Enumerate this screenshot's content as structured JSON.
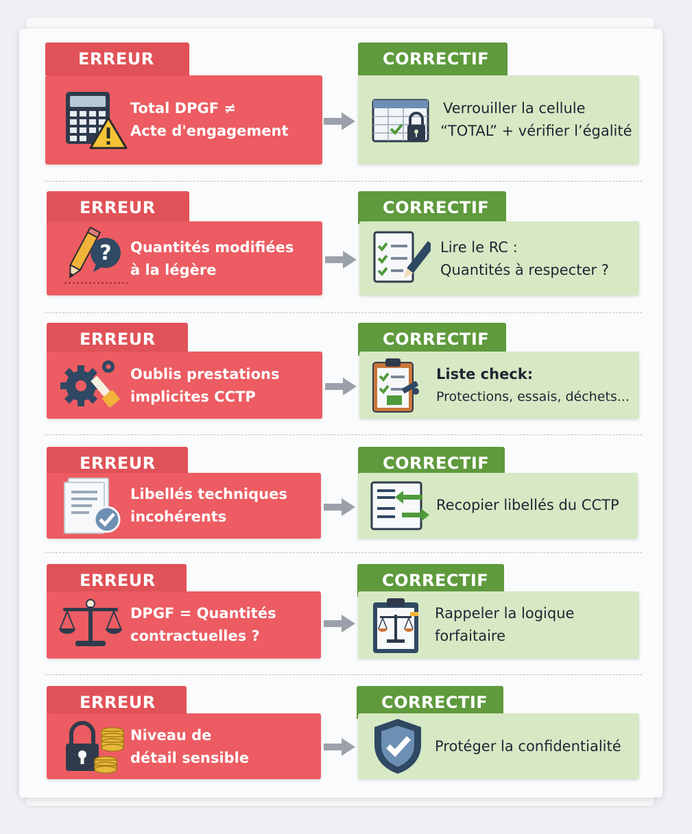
{
  "rows": [
    {
      "error_label": "ERREUR",
      "error_lines": [
        "Total DPGF ≠",
        "Acte d'engagement"
      ],
      "error_icon": "calculator-warning-icon",
      "fix_label": "CORRECTIF",
      "fix_lines": [
        "Verrouiller la cellule",
        "“TOTAL” + vérifier l’égalité"
      ],
      "fix_icon": "locked-spreadsheet-icon"
    },
    {
      "error_label": "ERREUR",
      "error_lines": [
        "Quantités modifiées",
        "à la légère"
      ],
      "error_icon": "pencil-question-icon",
      "fix_label": "CORRECTIF",
      "fix_lines": [
        "Lire le RC :",
        "Quantités à respecter ?"
      ],
      "fix_icon": "checklist-pencil-icon"
    },
    {
      "error_label": "ERREUR",
      "error_lines": [
        "Oublis prestations",
        "implicites CCTP"
      ],
      "error_icon": "gears-brush-icon",
      "fix_label": "CORRECTIF",
      "fix_lines": [
        "Liste check:",
        "Protections, essais, déchets..."
      ],
      "fix_icon": "clipboard-check-icon"
    },
    {
      "error_label": "ERREUR",
      "error_lines": [
        "Libellés techniques",
        "incohérents"
      ],
      "error_icon": "document-check-icon",
      "fix_label": "CORRECTIF",
      "fix_lines": [
        "Recopier libellés du CCTP"
      ],
      "fix_icon": "document-copy-arrows-icon"
    },
    {
      "error_label": "ERREUR",
      "error_lines": [
        "DPGF = Quantités",
        "contractuelles ?"
      ],
      "error_icon": "scales-icon",
      "fix_label": "CORRECTIF",
      "fix_lines": [
        "Rappeler la logique",
        "forfaitaire"
      ],
      "fix_icon": "clipboard-scales-icon"
    },
    {
      "error_label": "ERREUR",
      "error_lines": [
        "Niveau de",
        "détail sensible"
      ],
      "error_icon": "padlock-coins-icon",
      "fix_label": "CORRECTIF",
      "fix_lines": [
        "Protéger la confidentialité"
      ],
      "fix_icon": "shield-check-icon"
    }
  ],
  "colors": {
    "error_tab": "#e05258",
    "error_box": "#ec5c62",
    "fix_tab": "#5f9a3d",
    "fix_box": "#d7e8c4",
    "arrow": "#9aa1aa"
  }
}
